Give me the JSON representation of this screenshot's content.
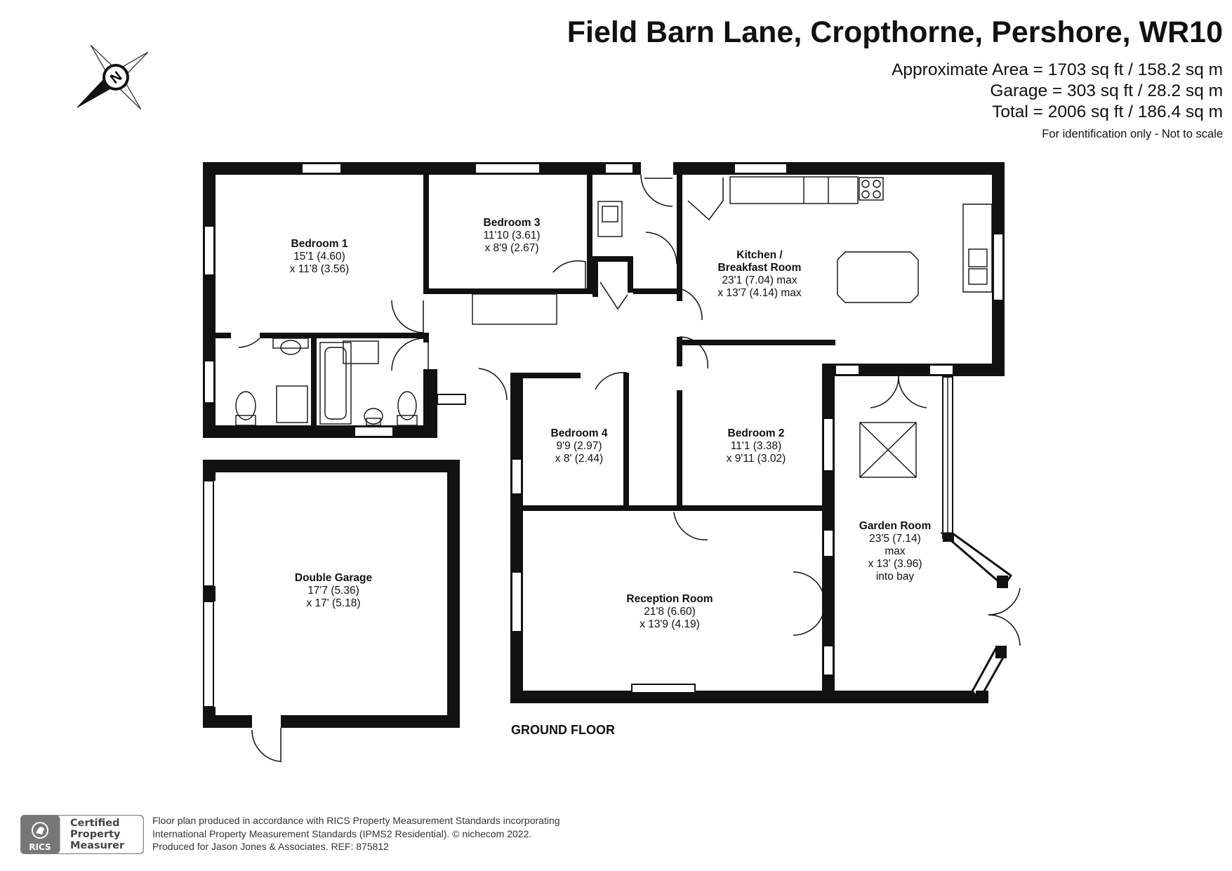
{
  "header": {
    "title": "Field Barn Lane, Cropthorne, Pershore, WR10",
    "approx_area": "Approximate Area = 1703 sq ft / 158.2 sq m",
    "garage_area": "Garage = 303 sq ft / 28.2 sq m",
    "total_area": "Total = 2006 sq ft / 186.4 sq m",
    "note": "For identification only - Not to scale"
  },
  "compass": {
    "icon": "north-compass-icon",
    "letter": "N"
  },
  "rooms": {
    "bedroom1": {
      "name": "Bedroom 1",
      "dim1": "15'1 (4.60)",
      "dim2": "x 11'8 (3.56)"
    },
    "bedroom3": {
      "name": "Bedroom 3",
      "dim1": "11'10 (3.61)",
      "dim2": "x 8'9 (2.67)"
    },
    "kitchen": {
      "name1": "Kitchen /",
      "name2": "Breakfast Room",
      "dim1": "23'1 (7.04) max",
      "dim2": "x 13'7 (4.14) max"
    },
    "bedroom4": {
      "name": "Bedroom 4",
      "dim1": "9'9 (2.97)",
      "dim2": "x 8' (2.44)"
    },
    "bedroom2": {
      "name": "Bedroom 2",
      "dim1": "11'1 (3.38)",
      "dim2": "x 9'11 (3.02)"
    },
    "garden_room": {
      "name": "Garden Room",
      "dim1": "23'5 (7.14)",
      "dim2": "max",
      "dim3": "x 13' (3.96)",
      "dim4": "into bay"
    },
    "reception": {
      "name": "Reception Room",
      "dim1": "21'8 (6.60)",
      "dim2": "x 13'9 (4.19)"
    },
    "garage": {
      "name": "Double Garage",
      "dim1": "17'7 (5.36)",
      "dim2": "x 17' (5.18)"
    }
  },
  "floor_label": "GROUND FLOOR",
  "footer": {
    "line1": "Floor plan produced in accordance with RICS Property Measurement Standards incorporating",
    "line2": "International Property Measurement Standards (IPMS2 Residential).   © nichecom 2022.",
    "line3": "Produced for Jason Jones & Associates.   REF:  875812"
  },
  "rics_badge": {
    "logo_text": "RICS",
    "cert1": "Certified",
    "cert2": "Property",
    "cert3": "Measurer"
  }
}
